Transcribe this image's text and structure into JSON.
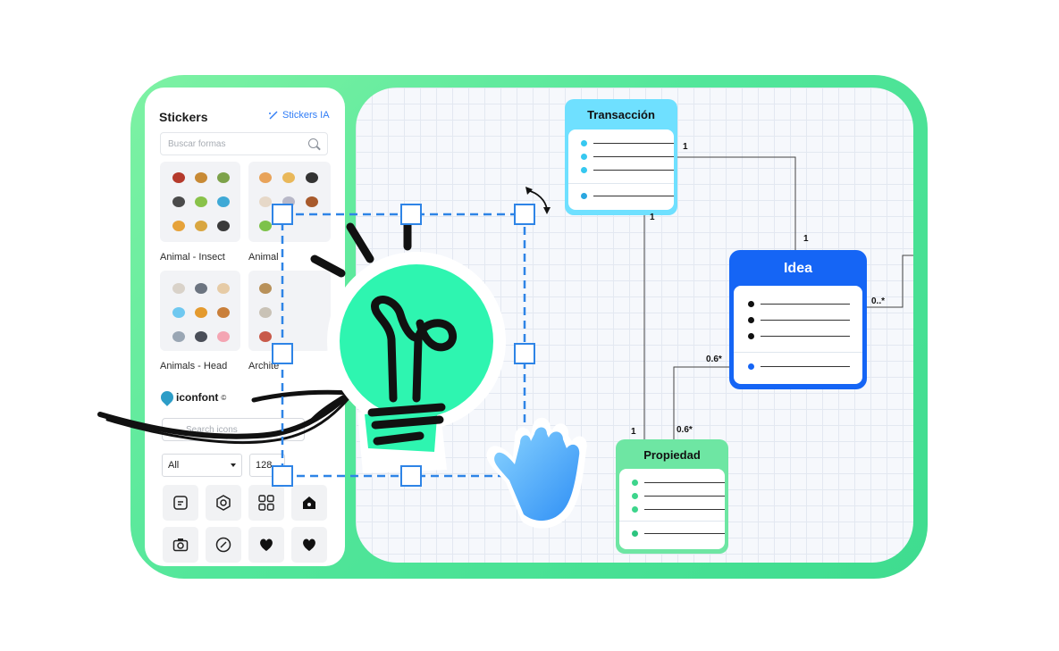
{
  "stickers_panel": {
    "title": "Stickers",
    "ai_button": "Stickers IA",
    "search_placeholder": "Buscar formas",
    "categories": [
      {
        "label": "Animal - Insect"
      },
      {
        "label": "Animal"
      },
      {
        "label": "Animals - Head"
      },
      {
        "label": "Archite"
      }
    ]
  },
  "iconfont": {
    "brand": "iconfont",
    "search_placeholder": "Search icons",
    "filter_value": "All",
    "size_value": "128"
  },
  "uml": {
    "transaccion": {
      "title": "Transacción"
    },
    "idea": {
      "title": "Idea"
    },
    "propiedad": {
      "title": "Propiedad"
    },
    "multiplicities": [
      "1",
      "1",
      "1",
      "0..*",
      "0.6*",
      "1",
      "0.6*"
    ]
  },
  "colors": {
    "frame_green": "#4fe79a",
    "uml_cyan": "#6fe0ff",
    "uml_blue": "#1565f5",
    "uml_green": "#6ee6a3",
    "bulb_green": "#2ef5b0",
    "selection_blue": "#2e84e6"
  }
}
